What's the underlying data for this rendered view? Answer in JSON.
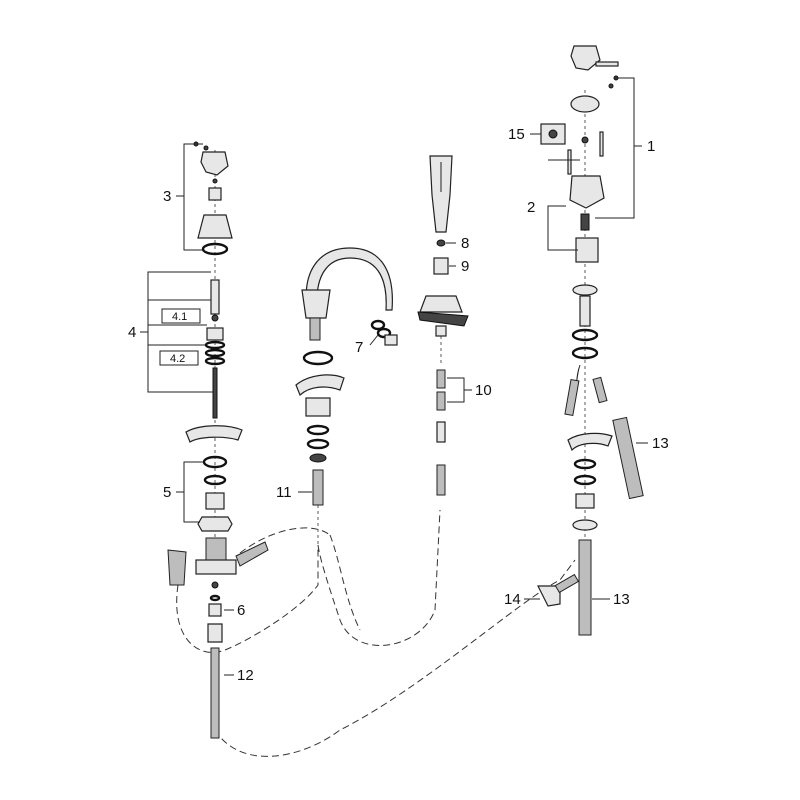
{
  "labels": {
    "l1": "1",
    "l2": "2",
    "l3": "3",
    "l4": "4",
    "l4_1": "4.1",
    "l4_2": "4.2",
    "l5": "5",
    "l6": "6",
    "l7": "7",
    "l8": "8",
    "l9": "9",
    "l10": "10",
    "l11": "11",
    "l12": "12",
    "l13a": "13",
    "l13b": "13",
    "l14": "14",
    "l15": "15"
  },
  "colors": {
    "line": "#222222",
    "part_fill": "#e7e7e7",
    "dark_fill": "#444444",
    "hose_fill": "#bdbdbd"
  }
}
